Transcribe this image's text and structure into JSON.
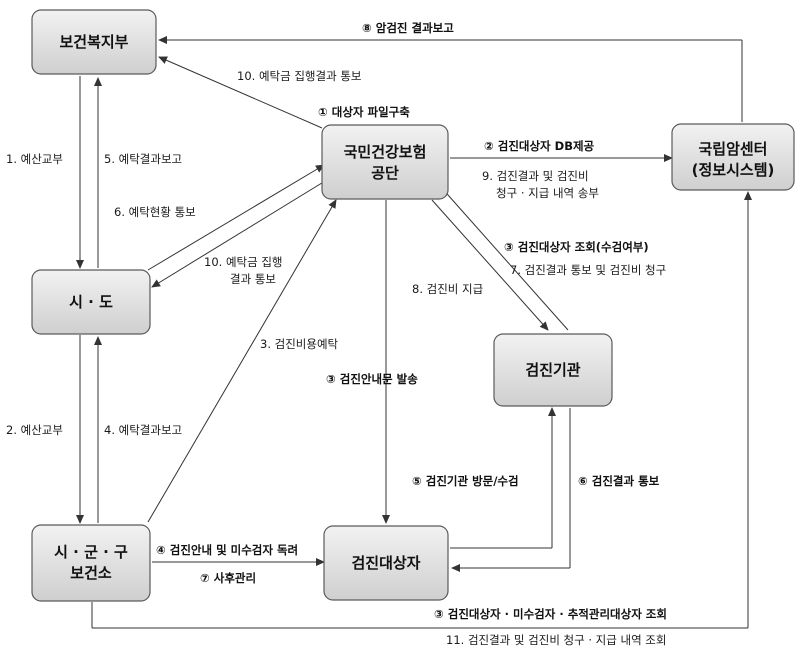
{
  "boxes": {
    "mohw": "보건복지부",
    "nhis_line1": "국민건강보험",
    "nhis_line2": "공단",
    "ncc_line1": "국립암센터",
    "ncc_line2": "(정보시스템)",
    "sido": "시 · 도",
    "exam_inst": "검진기관",
    "sgg_line1": "시 · 군 · 구",
    "sgg_line2": "보건소",
    "target": "검진대상자"
  },
  "labels": {
    "l8_cancer_report": "⑧ 암검진 결과보고",
    "l10_deposit_result_top": "10. 예탁금 집행결과 통보",
    "l1_target_file": "① 대상자 파일구축",
    "l2_db_provide": "② 검진대상자 DB제공",
    "l9_line1": "9. 검진결과 및 검진비",
    "l9_line2": "청구 · 지급 내역 송부",
    "l1_budget": "1. 예산교부",
    "l5_deposit_report": "5. 예탁결과보고",
    "l6_deposit_status": "6. 예탁현황 통보",
    "l10_mid_line1": "10. 예탁금 집행",
    "l10_mid_line2": "결과 통보",
    "l3_inquiry": "③ 검진대상자 조회(수검여부)",
    "l7_result_claim": "7. 검진결과 통보 및 검진비 청구",
    "l8_payment": "8. 검진비 지급",
    "l3_deposit": "3. 검진비용예탁",
    "l3_notice": "③ 검진안내문 발송",
    "l2_budget": "2. 예산교부",
    "l4_deposit_report": "4. 예탁결과보고",
    "l5_visit": "⑤ 검진기관 방문/수검",
    "l6_result_notice": "⑥ 검진결과 통보",
    "l4_guidance": "④ 검진안내 및 미수검자 독려",
    "l7_followup": "⑦ 사후관리",
    "l3_bottom": "③ 검진대상자 · 미수검자 · 추적관리대상자 조회",
    "l11_bottom": "11. 검진결과 및 검진비 청구 · 지급 내역 조회"
  }
}
